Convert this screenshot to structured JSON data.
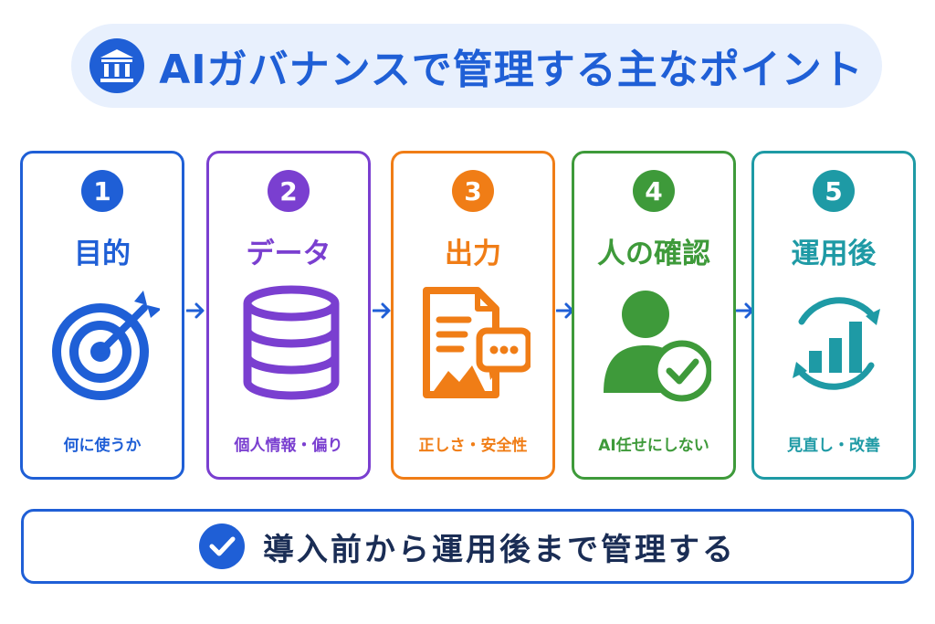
{
  "title": "AIガバナンスで管理する主なポイント",
  "title_icon": "bank-icon",
  "steps": [
    {
      "number": "1",
      "title": "目的",
      "subtitle": "何に使うか",
      "icon": "target-icon",
      "color": "#1f5fd6"
    },
    {
      "number": "2",
      "title": "データ",
      "subtitle": "個人情報・偏り",
      "icon": "database-icon",
      "color": "#7a3fd0"
    },
    {
      "number": "3",
      "title": "出力",
      "subtitle": "正しさ・安全性",
      "icon": "document-chat-icon",
      "color": "#f07d16"
    },
    {
      "number": "4",
      "title": "人の確認",
      "subtitle": "AI任せにしない",
      "icon": "person-check-icon",
      "color": "#3e9a3a"
    },
    {
      "number": "5",
      "title": "運用後",
      "subtitle": "見直し・改善",
      "icon": "cycle-chart-icon",
      "color": "#1e9aa5"
    }
  ],
  "bottom": {
    "text": "導入前から運用後まで管理する",
    "icon": "check-circle-icon",
    "color": "#1f5fd6"
  }
}
